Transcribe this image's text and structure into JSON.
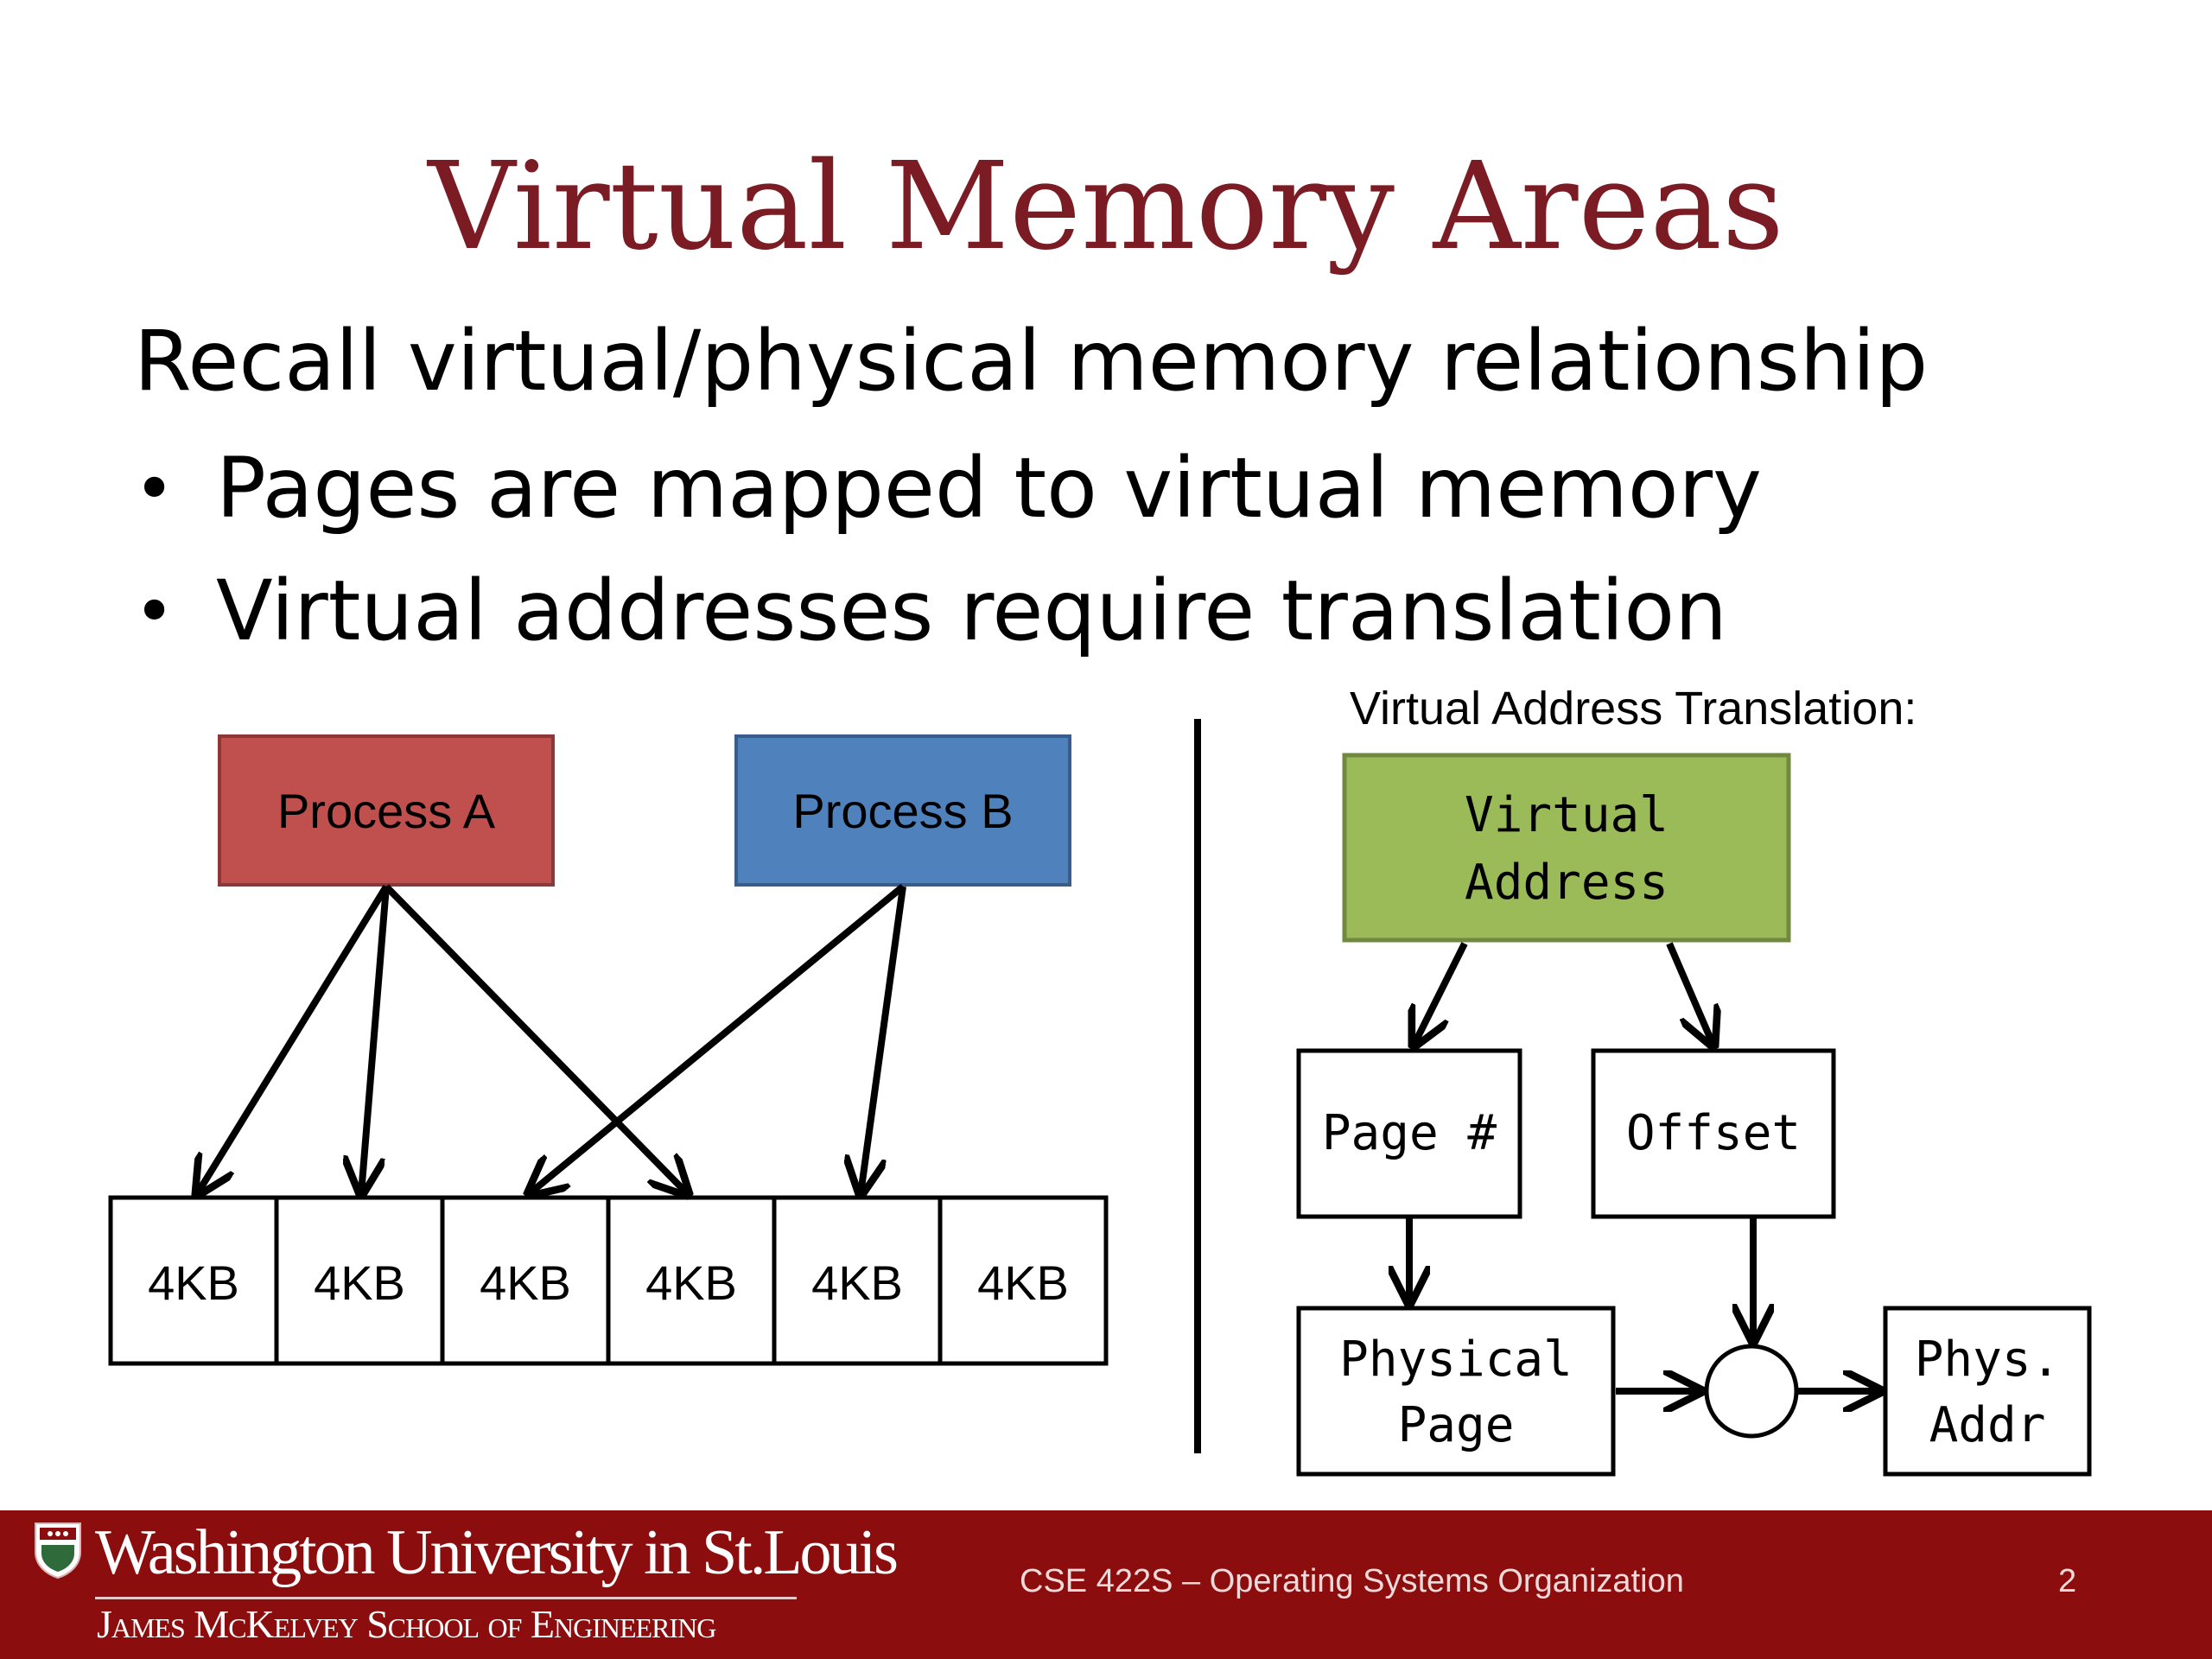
{
  "slide": {
    "title": "Virtual Memory Areas",
    "intro": "Recall virtual/physical memory relationship",
    "bullet_symbol": "•",
    "bullets": [
      "Pages are mapped to virtual memory",
      "Virtual addresses require translation"
    ]
  },
  "left_diagram": {
    "process_a": "Process A",
    "process_b": "Process B",
    "pages": [
      "4KB",
      "4KB",
      "4KB",
      "4KB",
      "4KB",
      "4KB"
    ]
  },
  "right_diagram": {
    "caption": "Virtual Address Translation:",
    "virtual_address": [
      "Virtual",
      "Address"
    ],
    "page_number": "Page #",
    "offset": "Offset",
    "physical_page": [
      "Physical",
      "Page"
    ],
    "phys_addr": [
      "Phys.",
      "Addr"
    ]
  },
  "colors": {
    "title": "#7b1b23",
    "process_a": "#c0504d",
    "process_b": "#4f81bd",
    "virtual_address": "#9bbb59",
    "footer": "#8b0d0d"
  },
  "footer": {
    "university": "Washington University in St.Louis",
    "school": "James McKelvey School of Engineering",
    "course": "CSE 422S – Operating Systems Organization",
    "page": "2"
  }
}
